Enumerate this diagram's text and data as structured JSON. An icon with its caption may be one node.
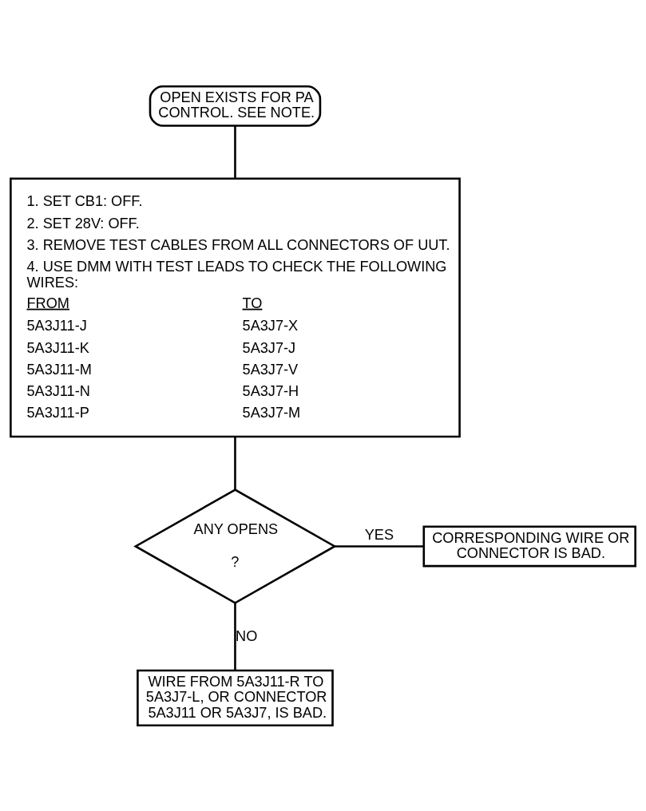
{
  "diagram": {
    "nodes": [
      {
        "text": [
          "OPEN EXISTS FOR PA CONTROL. SEE NOTE."
        ]
      },
      {
        "text": [
          "1. SET CB1: OFF.",
          "2. SET 28V: OFF.",
          "3. REMOVE TEST CABLES FROM ALL CONNECTORS OF UUT.",
          "4. USE DMM WITH TEST LEADS TO CHECK THE FOLLOWING WIRES:",
          "FROM",
          "TO",
          "5A3J11-J",
          "5A3J7-X",
          "5A3J11-K",
          "5A3J7-J",
          "5A3J11-M",
          "5A3J7-V",
          "5A3J11-N",
          "5A3J7-H",
          "5A3J11-P",
          "5A3J7-M"
        ]
      },
      {
        "text": [
          "ANY OPENS",
          "?"
        ]
      },
      {
        "text": [
          "CORRESPONDING WIRE OR CONNECTOR IS BAD."
        ]
      },
      {
        "text": [
          "WIRE FROM 5A3J11-R TO 5A3J7-L, OR CONNECTOR 5A3J11 OR 5A3J7, IS BAD."
        ]
      }
    ],
    "edges": [
      {
        "from": 0,
        "to": 1,
        "arrow": "none"
      },
      {
        "from": 1,
        "to": 2,
        "arrow": "none"
      },
      {
        "from": 2,
        "to": 3,
        "arrow": "none",
        "label": "YES"
      },
      {
        "from": 2,
        "to": 4,
        "arrow": "none",
        "label": "NO"
      }
    ]
  }
}
